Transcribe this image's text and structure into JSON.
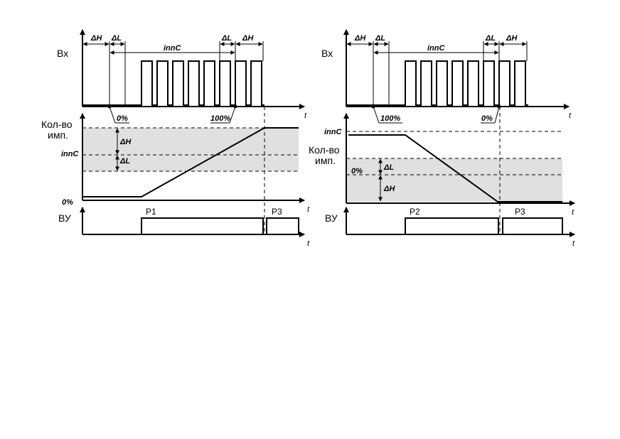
{
  "left": {
    "input_label": "Вх",
    "count_label_line1": "Кол-во",
    "count_label_line2": "имп.",
    "output_label": "ВУ",
    "time_axis": "t",
    "dim_dh_a": "ΔH",
    "dim_dl_a": "ΔL",
    "dim_innc": "innC",
    "dim_dl_b": "ΔL",
    "dim_dh_b": "ΔH",
    "mark_start": "0%",
    "mark_end": "100%",
    "band_dh": "ΔH",
    "band_dl": "ΔL",
    "level_innc": "innC",
    "level_zero": "0%",
    "relay_a": "P1",
    "relay_b": "P3"
  },
  "right": {
    "input_label": "Вх",
    "count_label_line1": "Кол-во",
    "count_label_line2": "имп.",
    "output_label": "ВУ",
    "time_axis": "t",
    "dim_dh_a": "ΔH",
    "dim_dl_a": "ΔL",
    "dim_innc": "innC",
    "dim_dl_b": "ΔL",
    "dim_dh_b": "ΔH",
    "mark_start": "100%",
    "mark_end": "0%",
    "band_dl": "ΔL",
    "band_dh": "ΔH",
    "level_innc": "innC",
    "level_zero": "0%",
    "relay_a": "P2",
    "relay_b": "P3"
  }
}
